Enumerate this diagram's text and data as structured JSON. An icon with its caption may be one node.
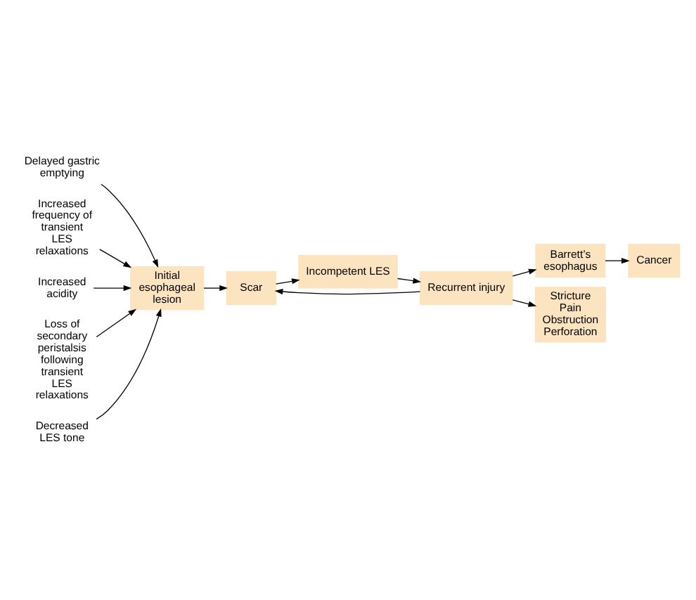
{
  "diagram": {
    "nodes": [
      {
        "text": [
          "Delayed gastric emptying"
        ]
      },
      {
        "text": [
          "Increased frequency of transient LES relaxations"
        ]
      },
      {
        "text": [
          "Increased acidity"
        ]
      },
      {
        "text": [
          "Loss of secondary peristalsis following transient LES relaxations"
        ]
      },
      {
        "text": [
          "Decreased LES tone"
        ]
      },
      {
        "text": [
          "Initial esophageal lesion"
        ]
      },
      {
        "text": [
          "Scar"
        ]
      },
      {
        "text": [
          "Incompetent LES"
        ]
      },
      {
        "text": [
          "Recurrent injury"
        ]
      },
      {
        "text": [
          "Barrett’s esophagus"
        ]
      },
      {
        "text": [
          "Stricture Pain Obstruction Perforation"
        ]
      },
      {
        "text": [
          "Cancer"
        ]
      }
    ],
    "edges": [
      {
        "from": 0,
        "to": 5,
        "arrow": "to"
      },
      {
        "from": 1,
        "to": 5,
        "arrow": "to"
      },
      {
        "from": 2,
        "to": 5,
        "arrow": "to"
      },
      {
        "from": 3,
        "to": 5,
        "arrow": "to"
      },
      {
        "from": 4,
        "to": 5,
        "arrow": "to"
      },
      {
        "from": 5,
        "to": 6,
        "arrow": "to"
      },
      {
        "from": 6,
        "to": 7,
        "arrow": "to"
      },
      {
        "from": 7,
        "to": 8,
        "arrow": "to"
      },
      {
        "from": 8,
        "to": 6,
        "arrow": "to"
      },
      {
        "from": 8,
        "to": 9,
        "arrow": "to"
      },
      {
        "from": 8,
        "to": 10,
        "arrow": "to"
      },
      {
        "from": 9,
        "to": 11,
        "arrow": "to"
      }
    ]
  }
}
